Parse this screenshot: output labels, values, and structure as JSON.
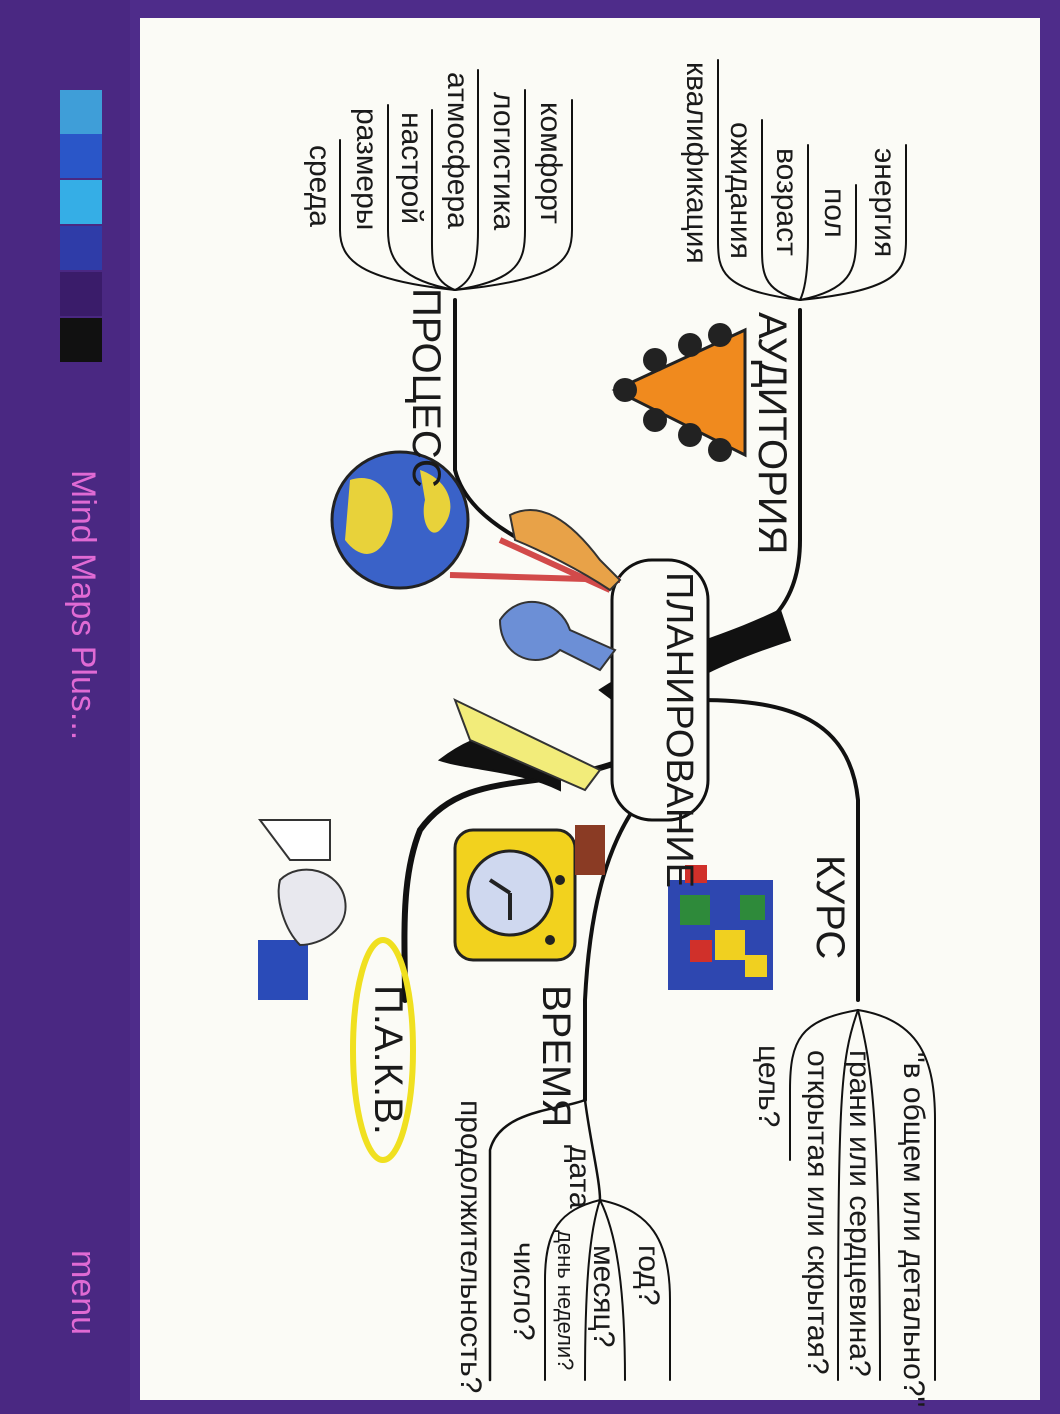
{
  "app": {
    "menu_label": "menu",
    "title": "Mind Maps Plus...",
    "swatches": [
      {
        "name": "black",
        "color": "#111111"
      },
      {
        "name": "violet",
        "color": "#3a1c6a"
      },
      {
        "name": "blue",
        "color": "#2f3ca8"
      },
      {
        "name": "cyan",
        "color": "#35aee6"
      },
      {
        "name": "royal",
        "color": "#2a56c8"
      },
      {
        "name": "sky",
        "color": "#3f9ed8"
      }
    ]
  },
  "mindmap": {
    "center": "ПЛАНИРОВАНИЕ",
    "branches": {
      "pakv": {
        "label": "П.А.К.В.",
        "highlight_color": "#f0e020"
      },
      "time": {
        "label": "ВРЕМЯ",
        "duration": "продолжительность?",
        "date": "дата",
        "date_items": [
          "число?",
          "день недели?",
          "месяц?",
          "год?"
        ]
      },
      "course": {
        "label": "КУРС",
        "items": [
          "цель?",
          "открытая или скрытая?",
          "грани или сердцевина?",
          "\"в общем или детально?\""
        ]
      },
      "process": {
        "label": "ПРОЦЕСС",
        "items": [
          "среда",
          "размеры",
          "настрой",
          "атмосфера",
          "логистика",
          "комфорт"
        ]
      },
      "audience": {
        "label": "АУДИТОРИЯ",
        "items": [
          "квалификация",
          "ожидания",
          "возраст",
          "пол",
          "энергия"
        ]
      }
    },
    "icons": [
      "handshake-icon",
      "clock-icon",
      "puzzle-icon",
      "globe-icon",
      "tools-icon",
      "crowd-icon"
    ]
  }
}
